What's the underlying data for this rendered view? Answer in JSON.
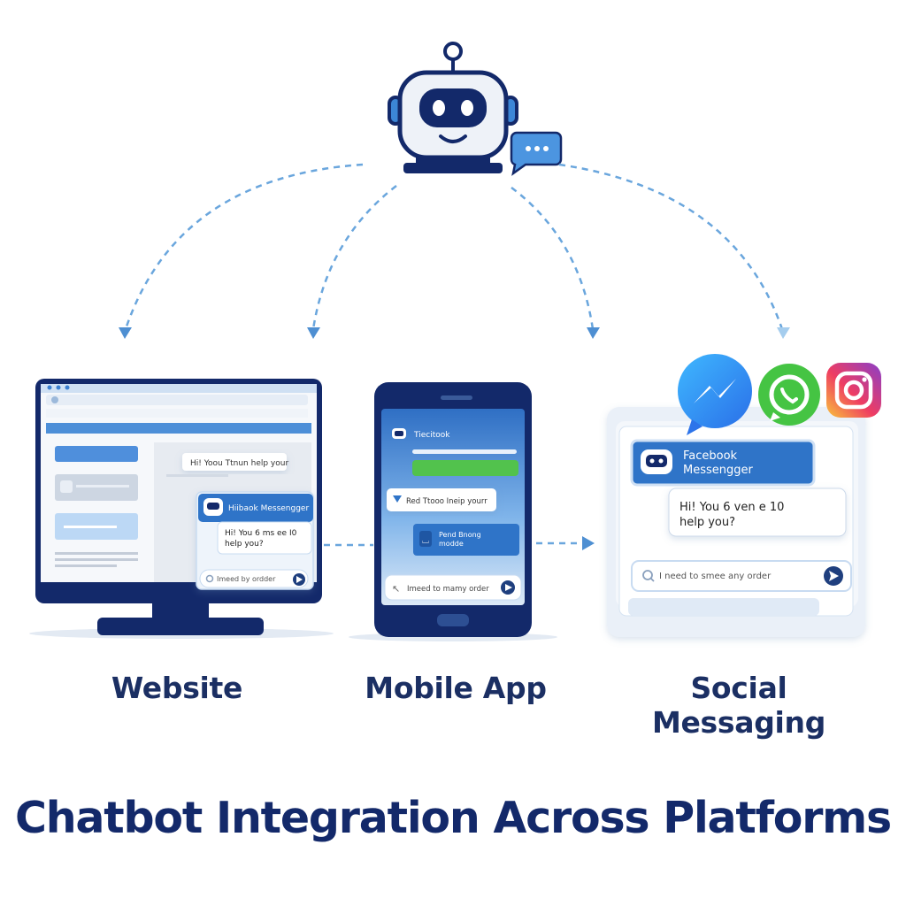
{
  "title": "Chatbot Integration Across Platforms",
  "captions": {
    "website": "Website",
    "mobile": "Mobile App",
    "social": "Social Messaging"
  },
  "website_screen": {
    "bot_message": "Hi! Yoou Ttnun help your",
    "widget_header": "Hiibaok Messengger",
    "widget_bubble_line1": "Hi! You 6 ms ee I0",
    "widget_bubble_line2": "help you?",
    "input_placeholder": "Imeed by ordder"
  },
  "mobile_screen": {
    "header": "Tiecitook",
    "bot_message": "Red Ttooo Ineip yourr",
    "card_line1": "Pend Bnong",
    "card_line2": "modde",
    "input_placeholder": "Imeed to mamy order"
  },
  "social_screen": {
    "header_line1": "Facebook",
    "header_line2": "Messengger",
    "bubble_line1": "Hi! You 6 ven e 10",
    "bubble_line2": "help you?",
    "input_placeholder": "I need to smee any order"
  },
  "icons": {
    "hub": "robot-icon",
    "hub_chat": "chat-bubble-icon",
    "social_apps": [
      "messenger-icon",
      "whatsapp-icon",
      "instagram-icon"
    ],
    "send": "send-icon",
    "search": "search-icon"
  },
  "colors": {
    "navy": "#13296a",
    "primary_blue": "#2f74c8",
    "light_blue": "#5d9de0",
    "green": "#4fc24f",
    "whatsapp_green": "#45c443",
    "dashed_arrow": "#6aa6dd"
  }
}
